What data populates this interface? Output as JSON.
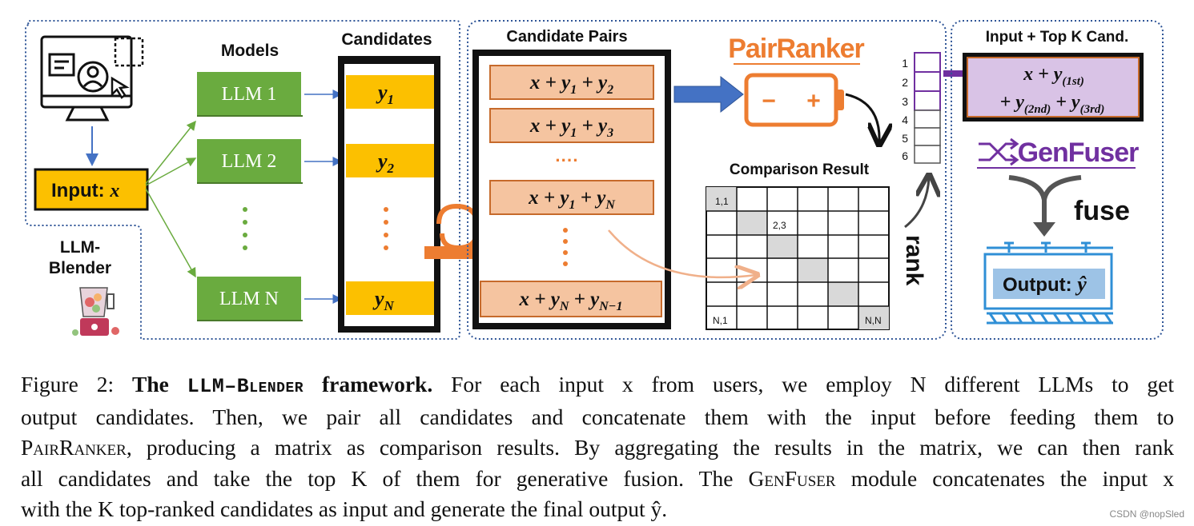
{
  "llm_section": {
    "models_header": "Models",
    "candidates_header": "Candidates",
    "input_label": "Input: ",
    "input_var": "x",
    "models": [
      "LLM 1",
      "LLM 2",
      "LLM N"
    ],
    "candidates": [
      {
        "base": "y",
        "sub": "1"
      },
      {
        "base": "y",
        "sub": "2"
      },
      {
        "base": "y",
        "sub": "N"
      }
    ],
    "blender_label_1": "LLM-",
    "blender_label_2": "Blender"
  },
  "pair_section": {
    "header": "Candidate Pairs",
    "pairs": [
      {
        "a": "1",
        "b": "2"
      },
      {
        "a": "1",
        "b": "3"
      },
      {
        "a": "1",
        "b": "N"
      },
      {
        "a": "N",
        "b": "N−1"
      }
    ],
    "ellipsis": "····",
    "ranker_title": "PairRanker",
    "battery_minus": "−",
    "battery_plus": "+",
    "comparison_title": "Comparison Result",
    "matrix_labels": {
      "top_left": "1,1",
      "second": "2,3",
      "bottom_left": "N,1",
      "bottom_right": "N,N"
    },
    "rank_numbers": [
      "1",
      "2",
      "3",
      "4",
      "5",
      "6"
    ],
    "rank_label": "rank"
  },
  "fusion_section": {
    "header": "Input + Top K Cand.",
    "top_line": "x + y",
    "top_sub": "(1st)",
    "bottom_line_a": "+ y",
    "bottom_sub_a": "(2nd)",
    "bottom_line_b": " + y",
    "bottom_sub_b": "(3rd)",
    "genfuser_title": "GenFuser",
    "fuse_label": "fuse",
    "output_label": "Output: ",
    "output_var": "ŷ"
  },
  "caption": {
    "fig_label": "Figure 2: ",
    "bold_the": "The ",
    "bold_name": "LLM–Blender",
    "bold_framework": " framework.",
    "line1_rest": " For each input x from users, we employ N different LLMs to get",
    "line2": "output candidates.  Then, we pair all candidates and concatenate them with the input before feeding them to",
    "line3_a": "PairRanker",
    "line3_b": ", producing a matrix as comparison results. By aggregating the results in the matrix, we can then rank",
    "line4": "all candidates and take the top K of them for generative fusion. The ",
    "line4_b": "GenFuser",
    "line4_c": " module concatenates the input x",
    "line5": "with the K top-ranked candidates as input and generate the final output ŷ."
  },
  "watermark": "CSDN @nopSled",
  "colors": {
    "llm_green": "#6aab3f",
    "candidate_yellow": "#fcc000",
    "pair_orange": "#f5c4a0",
    "pair_border": "#c66a2b",
    "arrow_blue": "#4472c4",
    "orange": "#ed7d31",
    "purple": "#7030a0",
    "lavender": "#d9c3e6",
    "output_blue": "#9dc3e6",
    "dotted_border": "#2f5597"
  }
}
